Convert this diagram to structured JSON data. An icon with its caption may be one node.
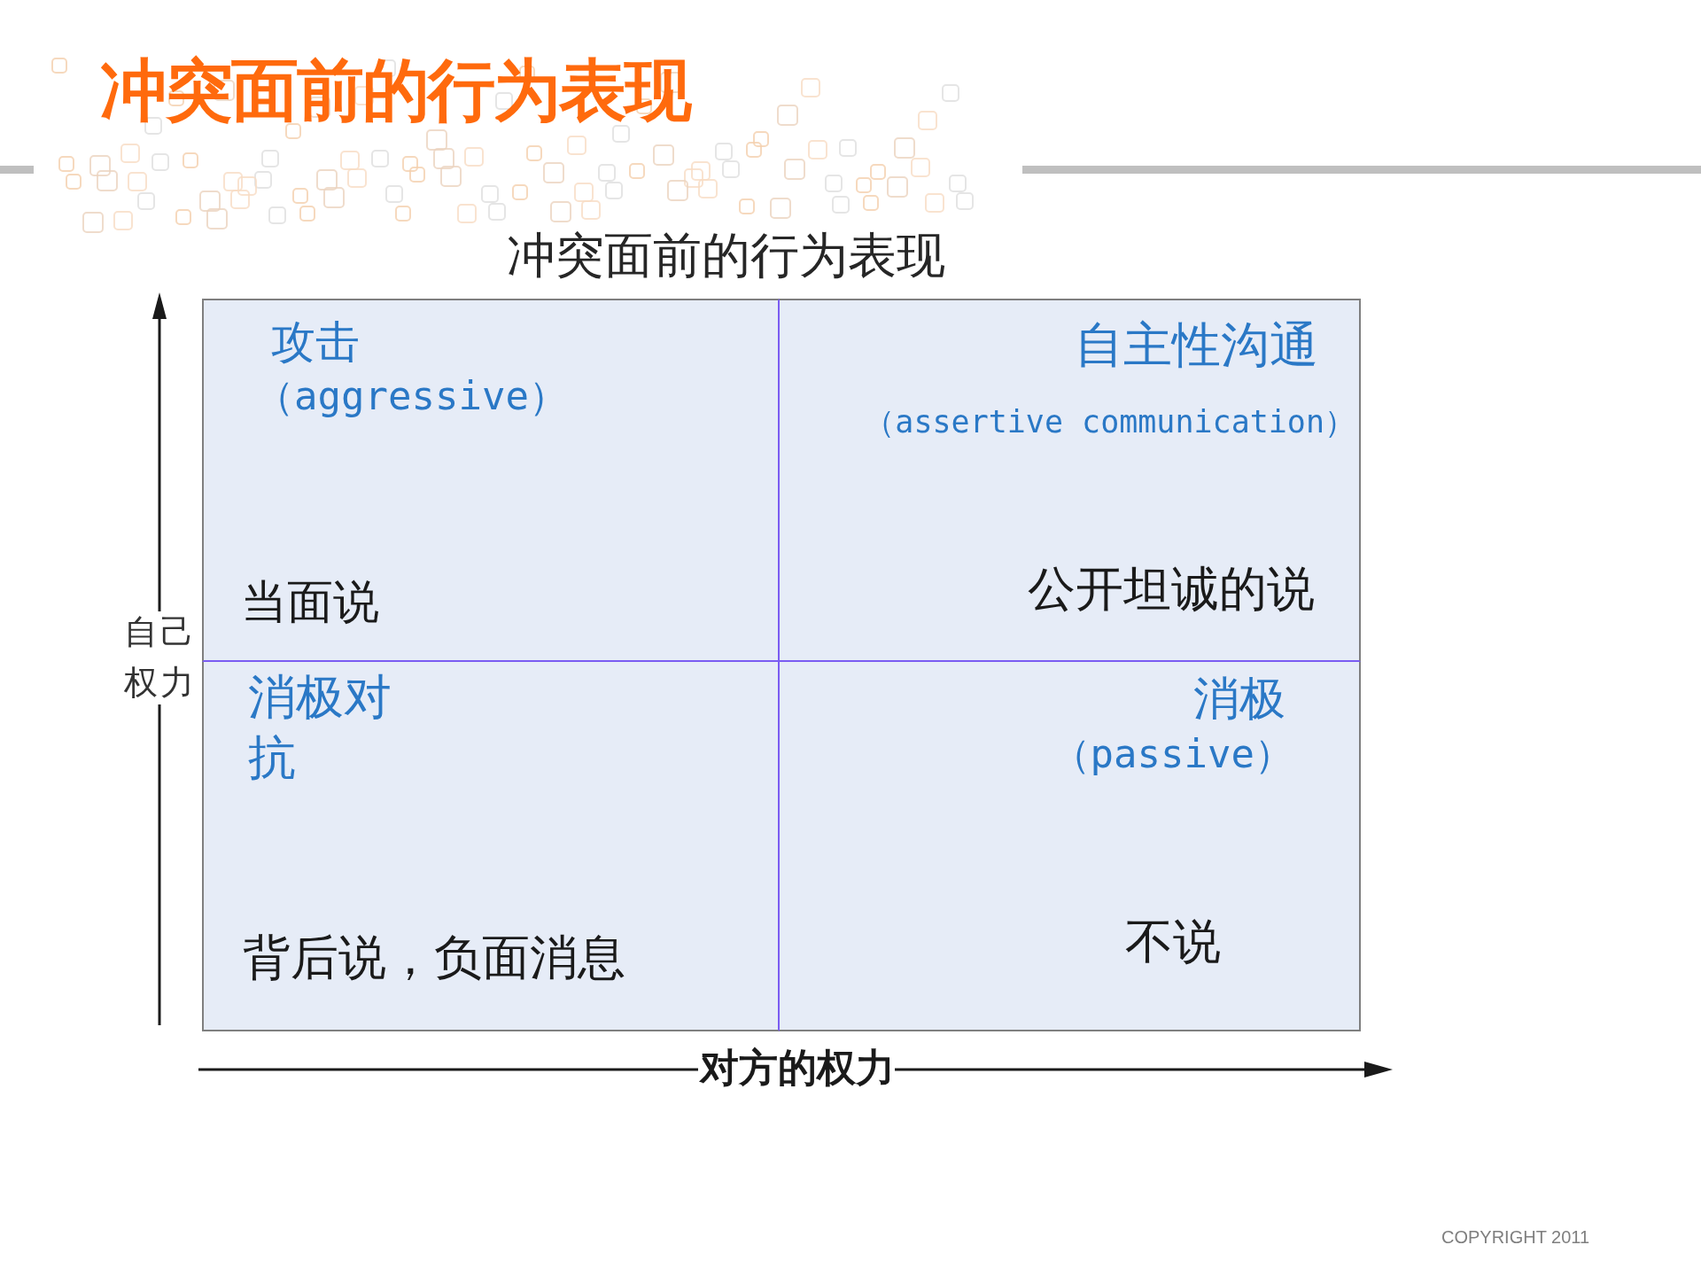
{
  "diagram": {
    "title": "冲突面前的行为表现",
    "nodes": [
      {
        "text": [
          "攻击",
          "（aggressive）",
          "当面说"
        ]
      },
      {
        "text": [
          "自主性沟通",
          "（assertive communication）",
          "公开坦诚的说"
        ]
      },
      {
        "text": [
          "消极对抗",
          "背后说，负面消息"
        ]
      },
      {
        "text": [
          "消极",
          "（passive）",
          "不说"
        ]
      }
    ],
    "labels": [
      "冲突面前的行为表现",
      "自己权力",
      "对方的权力",
      "COPYRIGHT 2011"
    ]
  }
}
